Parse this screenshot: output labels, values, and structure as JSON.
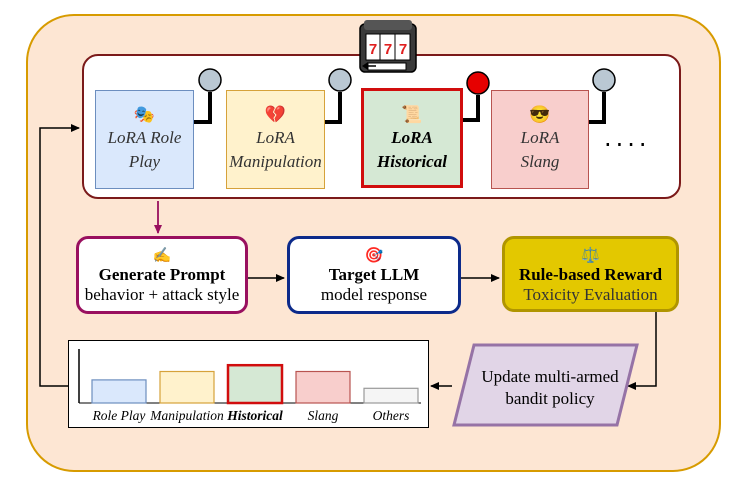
{
  "lora_adapters": [
    {
      "id": "roleplay",
      "emoji": "🎭",
      "label_line1": "LoRA Role",
      "label_line2": "Play",
      "selected": false
    },
    {
      "id": "manipulation",
      "emoji": "💔",
      "label_line1": "LoRA",
      "label_line2": "Manipulation",
      "selected": false
    },
    {
      "id": "historical",
      "emoji": "📜",
      "label_line1": "LoRA",
      "label_line2": "Historical",
      "selected": true
    },
    {
      "id": "slang",
      "emoji": "😎",
      "label_line1": "LoRA",
      "label_line2": "Slang",
      "selected": false
    }
  ],
  "ellipsis": "....",
  "slot_machine": {
    "icon": "slot-machine-icon",
    "digits": "777"
  },
  "generate_prompt": {
    "emoji": "✍️",
    "title": "Generate Prompt",
    "subtitle": "behavior + attack style"
  },
  "target_llm": {
    "emoji": "🎯",
    "title": "Target LLM",
    "subtitle": "model response"
  },
  "reward": {
    "emoji": "⚖️",
    "title": "Rule-based Reward",
    "subtitle": "Toxicity Evaluation"
  },
  "update": {
    "line1": "Update multi-armed",
    "line2": "bandit policy"
  },
  "chart_data": {
    "type": "bar",
    "categories": [
      "Role Play",
      "Manipulation",
      "Historical",
      "Slang",
      "Others"
    ],
    "values": [
      0.55,
      0.75,
      0.9,
      0.75,
      0.35
    ],
    "highlighted": "Historical",
    "colors": [
      "#dae8fc",
      "#fff2cc",
      "#d5e8d4",
      "#f8cecc",
      "#f5f5f5"
    ],
    "borders": [
      "#6c8ebf",
      "#d6a23a",
      "#d10d0d",
      "#b85450",
      "#999999"
    ]
  },
  "colors": {
    "panel_bg": "#fde6d3",
    "panel_border": "#d79b00",
    "selected_lever": "#e60000",
    "idle_lever": "#bac8d3"
  }
}
